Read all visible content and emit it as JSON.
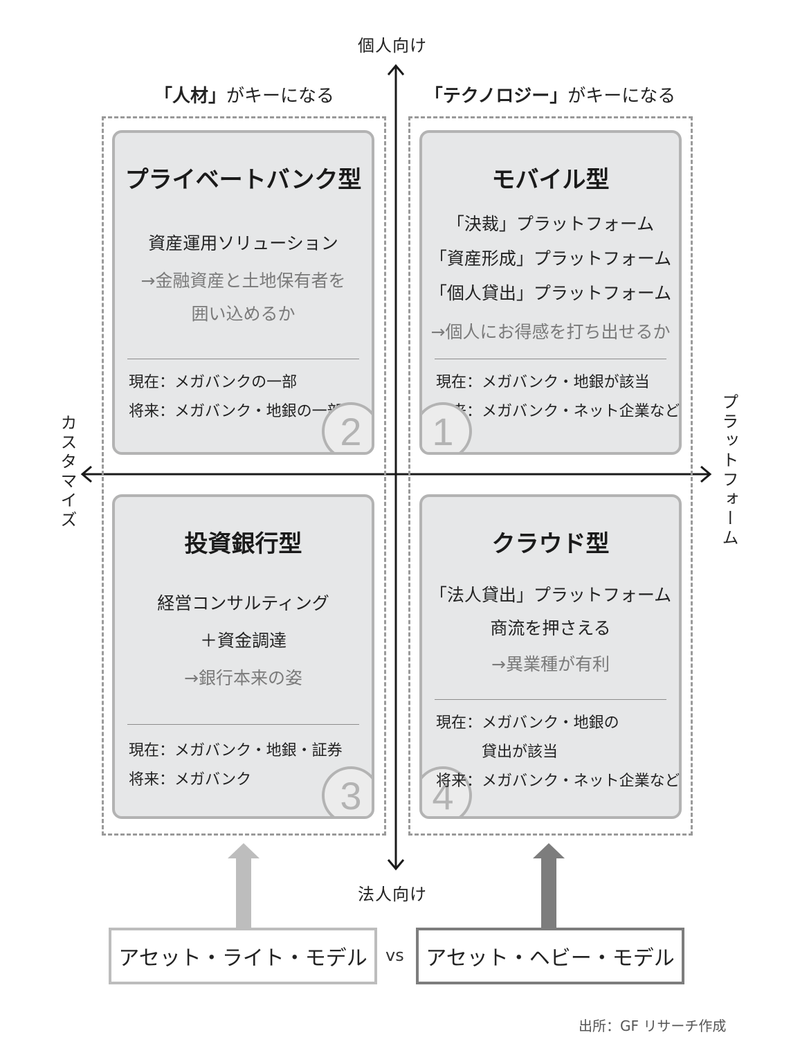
{
  "axes": {
    "top": "個人向け",
    "bottom": "法人向け",
    "left": "カスタマイズ",
    "right": "プラットフォーム"
  },
  "key_labels": {
    "left": {
      "bold": "「人材」",
      "rest": "がキーになる"
    },
    "right": {
      "bold": "「テクノロジー」",
      "rest": "がキーになる"
    }
  },
  "quadrants": [
    {
      "number": "2",
      "title": "プライベートバンク型",
      "lines": [
        "資産運用ソリューション"
      ],
      "notes": [
        "→金融資産と土地保有者を",
        "囲い込めるか"
      ],
      "status": [
        "現在：メガバンクの一部",
        "将来：メガバンク・地銀の一部"
      ]
    },
    {
      "number": "1",
      "title": "モバイル型",
      "lines": [
        "「決裁」プラットフォーム",
        "「資産形成」プラットフォーム",
        "「個人貸出」プラットフォーム"
      ],
      "notes": [
        "→個人にお得感を打ち出せるか"
      ],
      "status": [
        "現在：メガバンク・地銀が該当",
        "将来：メガバンク・ネット企業など"
      ]
    },
    {
      "number": "3",
      "title": "投資銀行型",
      "lines": [
        "経営コンサルティング",
        "＋資金調達"
      ],
      "notes": [
        "→銀行本来の姿"
      ],
      "status": [
        "現在：メガバンク・地銀・証券",
        "将来：メガバンク"
      ]
    },
    {
      "number": "4",
      "title": "クラウド型",
      "lines": [
        "「法人貸出」プラットフォーム",
        "商流を押さえる"
      ],
      "notes": [
        "→異業種が有利"
      ],
      "status": [
        "現在：メガバンク・地銀の",
        "　　　貸出が該当",
        "将来：メガバンク・ネット企業など"
      ]
    }
  ],
  "models": {
    "light": "アセット・ライト・モデル",
    "vs": "vs",
    "heavy": "アセット・ヘビー・モデル"
  },
  "colors": {
    "card_bg": "#e6e7e8",
    "card_border": "#b3b3b3",
    "note_text": "#7a7a7a",
    "light_arrow": "#bdbdbd",
    "heavy_arrow": "#7d7d7d"
  },
  "source": "出所：GF リサーチ作成"
}
